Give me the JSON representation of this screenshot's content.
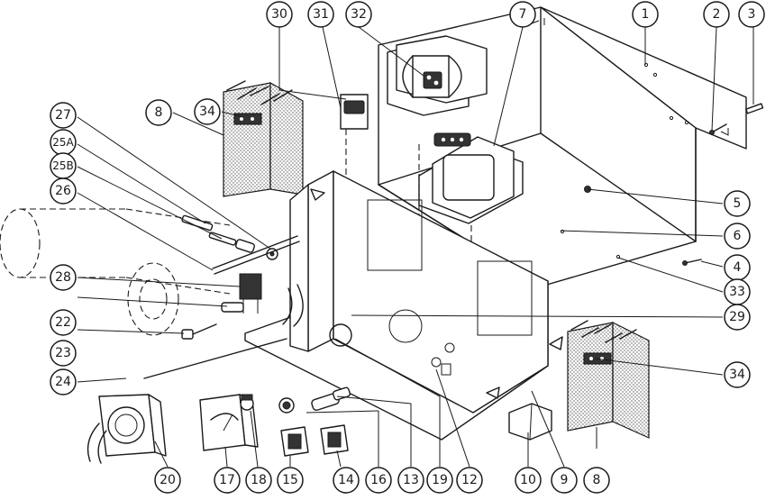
{
  "callouts": [
    {
      "id": "1",
      "label": "1"
    },
    {
      "id": "2",
      "label": "2"
    },
    {
      "id": "3",
      "label": "3"
    },
    {
      "id": "4",
      "label": "4"
    },
    {
      "id": "5",
      "label": "5"
    },
    {
      "id": "6",
      "label": "6"
    },
    {
      "id": "7",
      "label": "7"
    },
    {
      "id": "8a",
      "label": "8"
    },
    {
      "id": "8b",
      "label": "8"
    },
    {
      "id": "9",
      "label": "9"
    },
    {
      "id": "10",
      "label": "10"
    },
    {
      "id": "12",
      "label": "12"
    },
    {
      "id": "13",
      "label": "13"
    },
    {
      "id": "14",
      "label": "14"
    },
    {
      "id": "15",
      "label": "15"
    },
    {
      "id": "16",
      "label": "16"
    },
    {
      "id": "17",
      "label": "17"
    },
    {
      "id": "18",
      "label": "18"
    },
    {
      "id": "19",
      "label": "19"
    },
    {
      "id": "20",
      "label": "20"
    },
    {
      "id": "22",
      "label": "22"
    },
    {
      "id": "23",
      "label": "23"
    },
    {
      "id": "24",
      "label": "24"
    },
    {
      "id": "25A",
      "label": "25A"
    },
    {
      "id": "25B",
      "label": "25B"
    },
    {
      "id": "26",
      "label": "26"
    },
    {
      "id": "27",
      "label": "27"
    },
    {
      "id": "28",
      "label": "28"
    },
    {
      "id": "29",
      "label": "29"
    },
    {
      "id": "30",
      "label": "30"
    },
    {
      "id": "31",
      "label": "31"
    },
    {
      "id": "32",
      "label": "32"
    },
    {
      "id": "33",
      "label": "33"
    },
    {
      "id": "34a",
      "label": "34"
    },
    {
      "id": "34b",
      "label": "34"
    }
  ]
}
